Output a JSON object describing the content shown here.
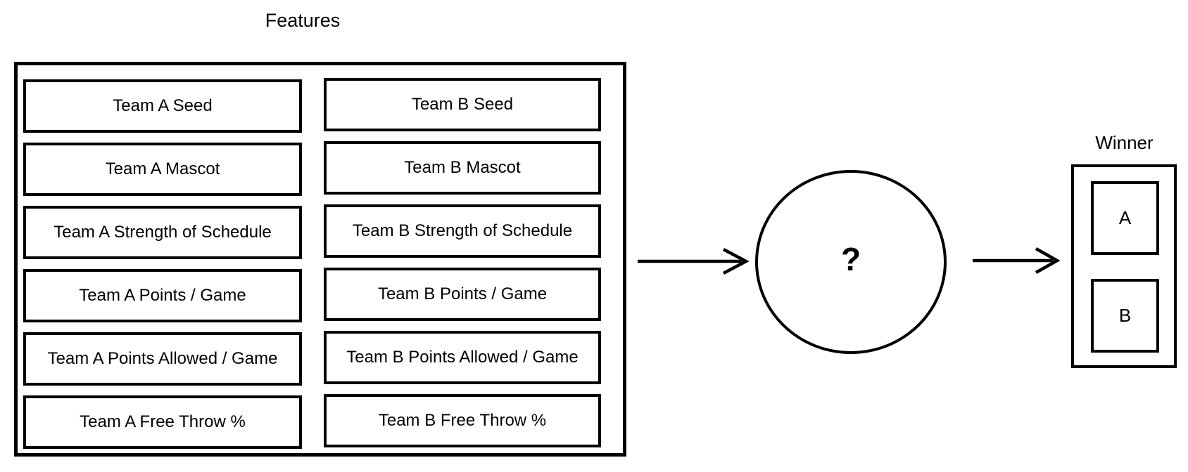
{
  "features": {
    "title": "Features",
    "team_a": [
      "Team A Seed",
      "Team A Mascot",
      "Team A Strength of Schedule",
      "Team A Points / Game",
      "Team A Points Allowed / Game",
      "Team A Free Throw %"
    ],
    "team_b": [
      "Team B Seed",
      "Team B Mascot",
      "Team B Strength of Schedule",
      "Team B Points / Game",
      "Team B Points Allowed / Game",
      "Team B Free Throw %"
    ]
  },
  "model": {
    "label": "?"
  },
  "winner": {
    "title": "Winner",
    "options": [
      "A",
      "B"
    ]
  },
  "colors": {
    "stroke": "#000000",
    "background": "#ffffff"
  }
}
